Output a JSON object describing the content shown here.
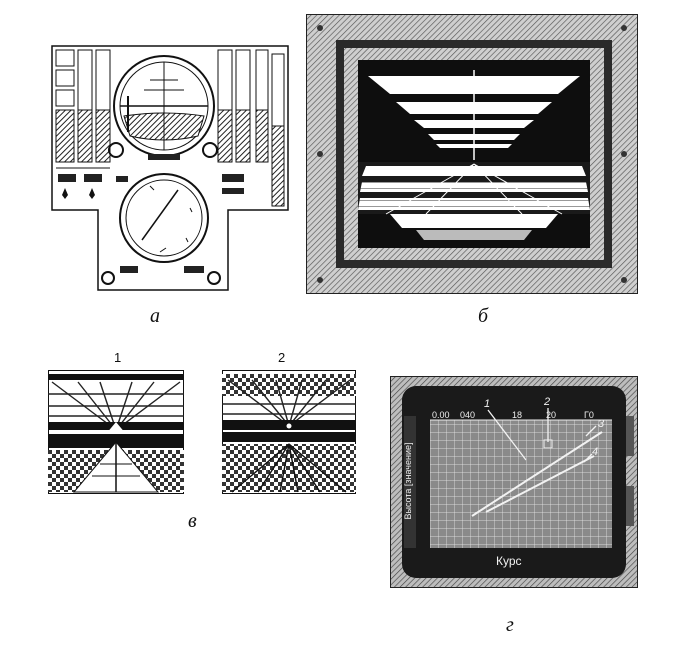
{
  "captions": {
    "a": "а",
    "b": "б",
    "v": "в",
    "g": "г"
  },
  "panel_v": {
    "label1": "1",
    "label2": "2"
  },
  "panel_g": {
    "scale": [
      "0.00",
      "040",
      "18",
      "20",
      "Г0"
    ],
    "callouts": [
      "1",
      "2",
      "3",
      "4"
    ],
    "left_label": "Высота [значение]",
    "bottom_label": "Курс"
  }
}
